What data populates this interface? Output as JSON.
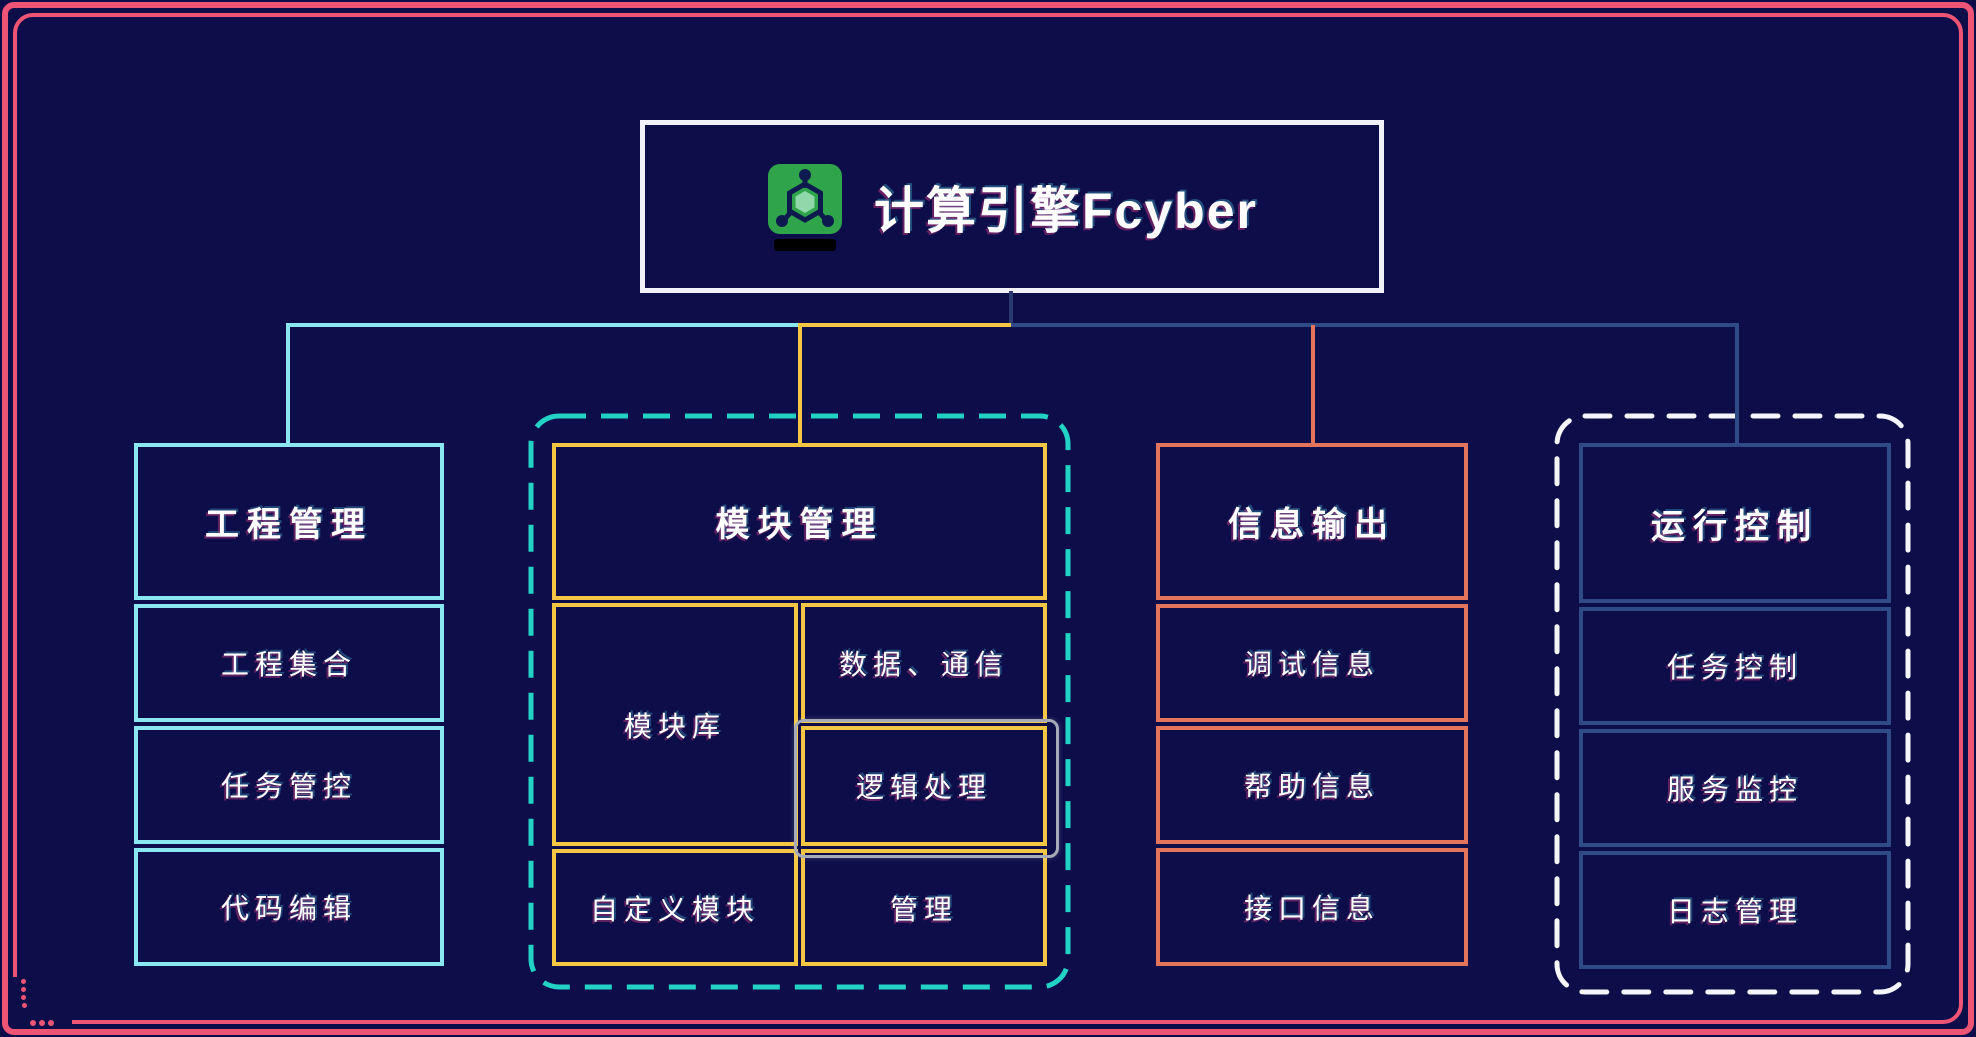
{
  "root": {
    "label": "计算引擎Fcyber",
    "icon": "molecule-engine"
  },
  "colors": {
    "background": "#0d0d4a",
    "frame_pink": "#ee5574",
    "title_border": "#f2f1f7",
    "cyan": "#8ae7f2",
    "teal_dash": "#22d3c5",
    "gold": "#f5c544",
    "salmon": "#e4735c",
    "blue": "#2e4b88",
    "navy_stem": "#2b3a6e",
    "white_dash": "#f5f6fa",
    "selection_gray": "#a7abb8",
    "icon_green": "#2fa44b",
    "icon_light_green": "#90d8a9",
    "icon_navy": "#0d1a4e"
  },
  "groups": [
    {
      "header": "工程管理",
      "accent": "#8ae7f2",
      "items": [
        "工程集合",
        "任务管控",
        "代码编辑"
      ]
    },
    {
      "header": "模块管理",
      "accent": "#f5c544",
      "outline": "#22d3c5",
      "cells": {
        "library": "模块库",
        "data_comm": "数据、通信",
        "logic": "逻辑处理",
        "custom": "自定义模块",
        "manage": "管理"
      },
      "selected_cell": "逻辑处理"
    },
    {
      "header": "信息输出",
      "accent": "#e4735c",
      "items": [
        "调试信息",
        "帮助信息",
        "接口信息"
      ]
    },
    {
      "header": "运行控制",
      "accent": "#2e4b88",
      "outline": "#f5f6fa",
      "items": [
        "任务控制",
        "服务监控",
        "日志管理"
      ]
    }
  ]
}
